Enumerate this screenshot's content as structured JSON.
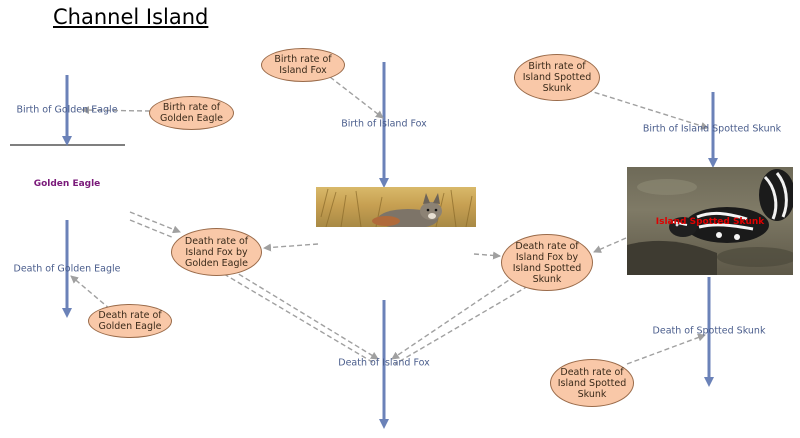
{
  "title": "Channel Island",
  "stocks": {
    "golden_eagle": "Golden Eagle",
    "island_fox": "",
    "island_spotted_skunk": "Island Spotted Skunk"
  },
  "flows": {
    "birth_golden_eagle": "Birth of Golden Eagle",
    "death_golden_eagle": "Death of Golden Eagle",
    "birth_island_fox": "Birth of Island Fox",
    "death_island_fox": "Death of Island Fox",
    "birth_island_spotted_skunk": "Birth of Island Spotted Skunk",
    "death_spotted_skunk": "Death of Spotted Skunk"
  },
  "variables": {
    "birth_rate_golden_eagle": "Birth rate of Golden Eagle",
    "death_rate_golden_eagle": "Death rate of Golden Eagle",
    "birth_rate_island_fox": "Birth rate of Island Fox",
    "death_rate_fox_by_eagle": "Death rate of Island Fox by Golden Eagle",
    "death_rate_fox_by_skunk": "Death rate of Island Fox by Island Spotted Skunk",
    "birth_rate_island_spotted_skunk": "Birth rate of Island Spotted Skunk",
    "death_rate_island_spotted_skunk": "Death rate of Island Spotted Skunk"
  },
  "colors": {
    "flow_arrow": "#6b82b8",
    "link_arrow": "#a0a0a0",
    "golden_eagle_label": "#7a1a7a",
    "skunk_label": "#e00000",
    "oval_fill": "#f9c8a8",
    "oval_border": "#9a6b4a"
  },
  "images": {
    "fox_photo": "island-fox-photo",
    "skunk_photo": "spotted-skunk-photo"
  }
}
